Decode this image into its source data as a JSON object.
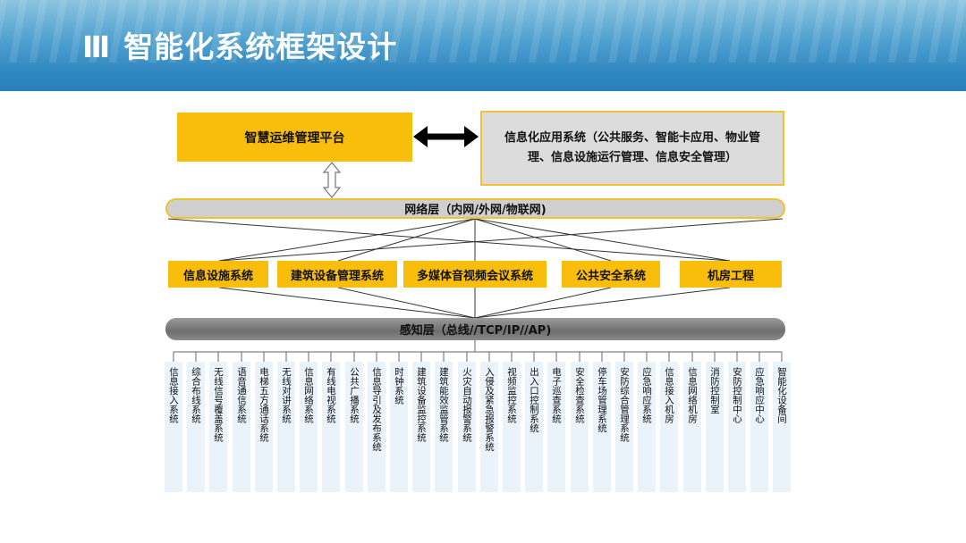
{
  "slide": {
    "number": "Ⅲ",
    "title": "智能化系统框架设计"
  },
  "diagram": {
    "platform": "智慧运维管理平台",
    "applications": "信息化应用系统（公共服务、智能卡应用、物业管理、信息设施运行管理、信息安全管理）",
    "network_layer": "网络层（内网/外网/物联网)",
    "sensing_layer": "感知层（总线//TCP/IP//AP)",
    "subsystems": [
      "信息设施系统",
      "建筑设备管理系统",
      "多媒体音视频会议系统",
      "公共安全系统",
      "机房工程"
    ],
    "leaf_systems": [
      "信息接入系统",
      "综合布线系统",
      "无线信号覆盖系统",
      "语音通信系统",
      "电梯五方通话系统",
      "无线对讲系统",
      "信息网络系统",
      "有线电视系统",
      "公共广播系统",
      "信息导引及发布系统",
      "时钟系统",
      "建筑设备监控系统",
      "建筑能效监管系统",
      "火灾自动报警系统",
      "入侵及紧急报警系统",
      "视频监控系统",
      "出入口控制系统",
      "电子巡查系统",
      "安全检查系统",
      "停车场管理系统",
      "安防综合管理系统",
      "应急响应系统",
      "信息接入机房",
      "信息网络机房",
      "消防控制室",
      "安防控制中心",
      "应急响应中心",
      "智能化设备间"
    ]
  },
  "colors": {
    "accent_yellow": "#f9be0b",
    "header_blue": "#2f86bf",
    "app_box_gray": "#dcdcdc",
    "sensing_bar_gray": "#7a7a7a",
    "leaf_box_bg": "#eaf2fa"
  }
}
